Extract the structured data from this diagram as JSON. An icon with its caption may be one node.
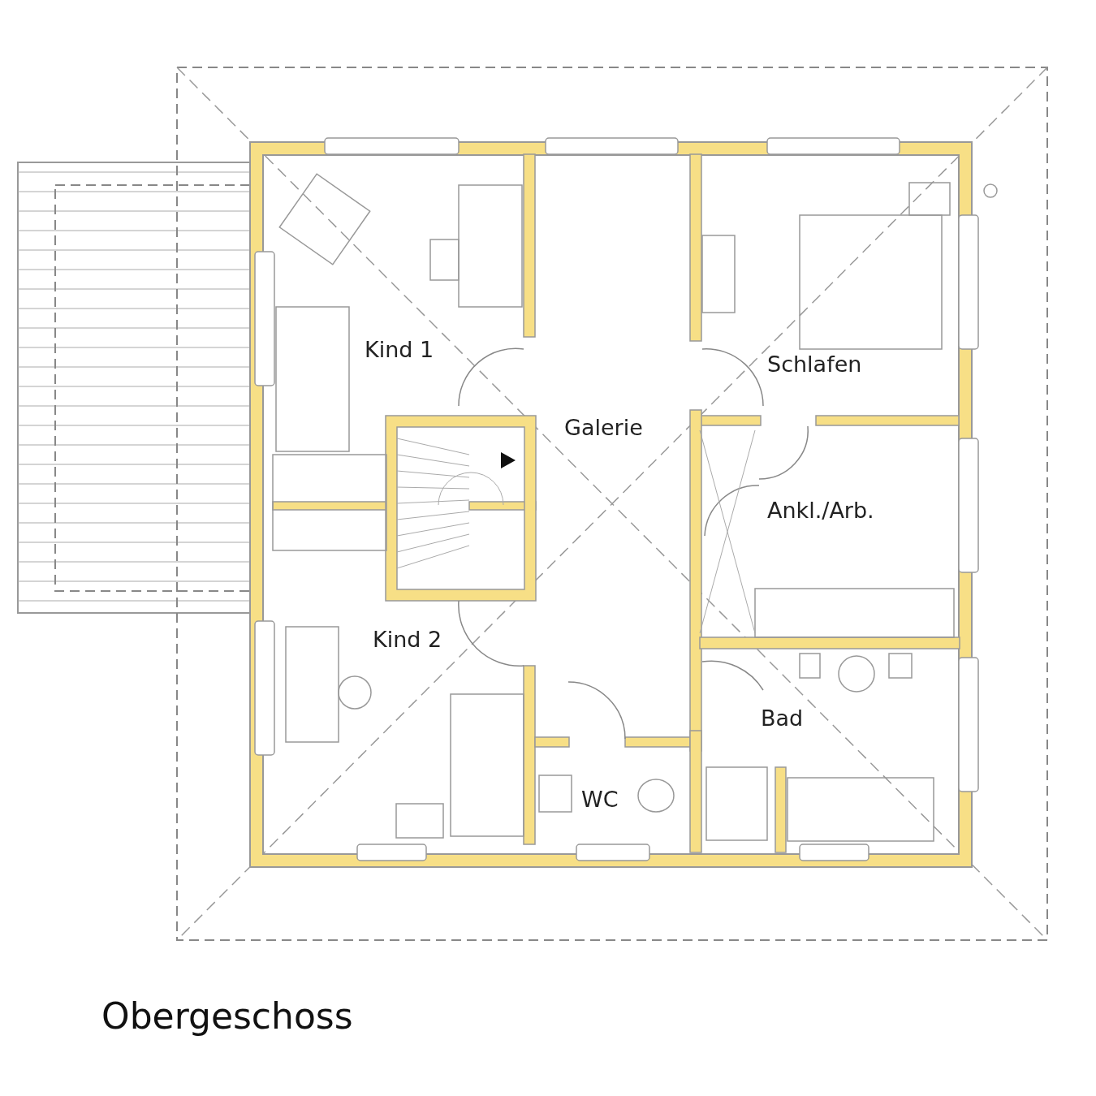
{
  "diagram": {
    "title": "Obergeschoss",
    "labels": [
      "Kind 1",
      "Schlafen",
      "Galerie",
      "Ankl./Arb.",
      "Kind 2",
      "Bad",
      "WC"
    ]
  }
}
